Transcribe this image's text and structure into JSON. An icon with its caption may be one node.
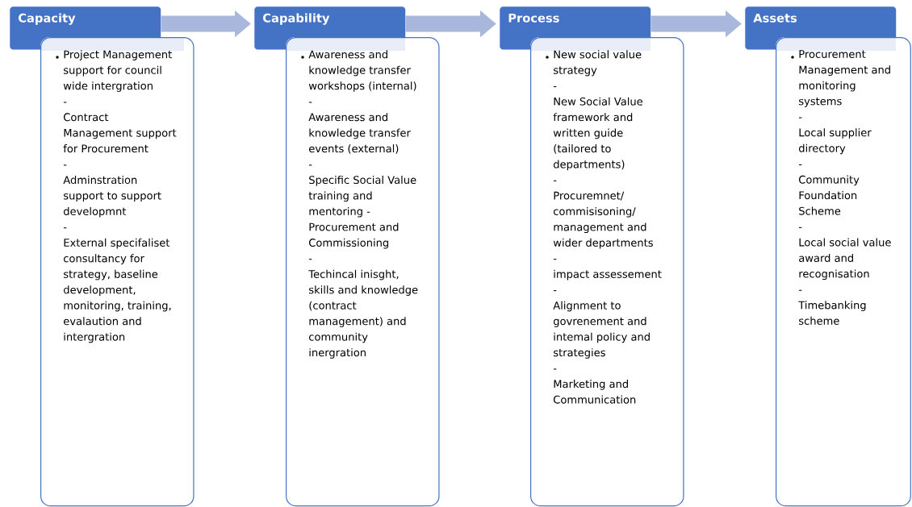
{
  "diagram": {
    "nodes": [
      {
        "text": [
          "Capacity"
        ]
      },
      {
        "text": [
          "Project Management support for council wide intergration",
          "-",
          "Contract Management support for Procurement",
          "-",
          "Adminstration support to support developmnt",
          "-",
          "External specifaliset consultancy for strategy, baseline development, monitoring, training, evalaution and intergration"
        ]
      },
      {
        "text": [
          "Capability"
        ]
      },
      {
        "text": [
          "Awareness and knowledge transfer workshops (internal)",
          "-",
          "Awareness and knowledge transfer events (external)",
          "-",
          "Specific Social Value training and mentoring - Procurement and Commissioning",
          "-",
          "Techincal inisght, skills and knowledge (contract management) and community inergration"
        ]
      },
      {
        "text": [
          "Process"
        ]
      },
      {
        "text": [
          "New social value strategy",
          "-",
          "New Social Value framework and written guide (tailored to departments)",
          "-",
          "Procuremnet/commisisoning/management and wider departments",
          "-",
          "impact assessement",
          "-",
          "Alignment to govrenement and intemal policy and strategies",
          "-",
          "Marketing and Communication"
        ]
      },
      {
        "text": [
          "Assets"
        ]
      },
      {
        "text": [
          "Procurement Management and monitoring systems",
          "-",
          "Local supplier directory",
          "-",
          "Community Foundation Scheme",
          "-",
          "Local social value award and recognisation",
          "-",
          "Timebanking scheme"
        ]
      }
    ],
    "edges": [
      {
        "from": 0,
        "to": 2,
        "arrow": "to"
      },
      {
        "from": 2,
        "to": 4,
        "arrow": "to"
      },
      {
        "from": 4,
        "to": 6,
        "arrow": "to"
      }
    ]
  }
}
